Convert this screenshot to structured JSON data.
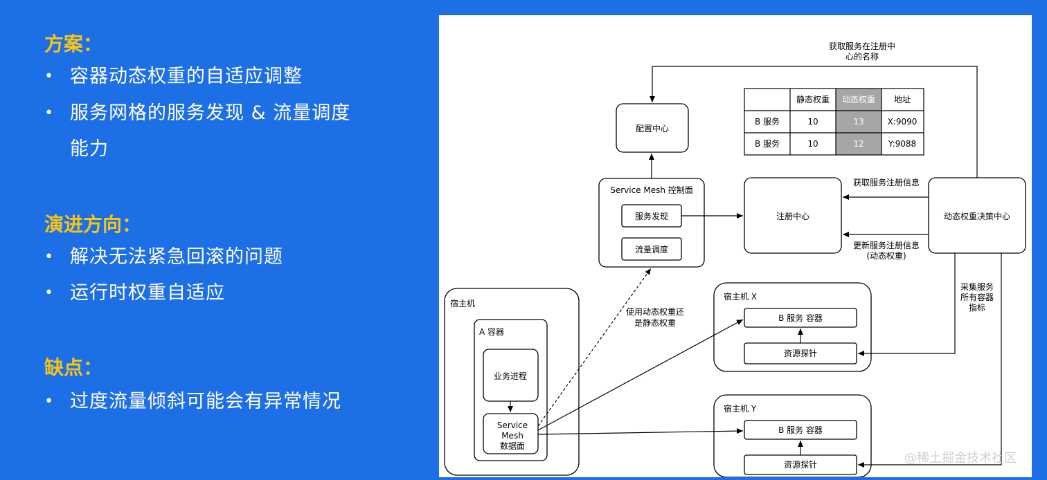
{
  "left": {
    "sections": [
      {
        "title": "方案：",
        "items": [
          "容器动态权重的自适应调整",
          "服务网格的服务发现 & 流量调度能力"
        ]
      },
      {
        "title": "演进方向：",
        "items": [
          "解决无法紧急回滚的问题",
          "运行时权重自适应"
        ]
      },
      {
        "title": "缺点：",
        "items": [
          "过度流量倾斜可能会有异常情况"
        ]
      }
    ],
    "bullet_char": "•"
  },
  "diagram": {
    "config_center": "配置中心",
    "registry_center": "注册中心",
    "decision_center": "动态权重决策中心",
    "control_plane": {
      "title": "Service Mesh 控制面",
      "discovery": "服务发现",
      "traffic": "流量调度"
    },
    "host_a": {
      "title": "宿主机",
      "container": "A 容器",
      "process": "业务进程",
      "data_plane": [
        "Service",
        "Mesh",
        "数据面"
      ]
    },
    "host_x": {
      "title": "宿主机 X",
      "service": "B 服务 容器",
      "probe": "资源探针"
    },
    "host_y": {
      "title": "宿主机 Y",
      "service": "B 服务 容器",
      "probe": "资源探针"
    },
    "labels": {
      "get_name": [
        "获取服务在注册中",
        "心的名称"
      ],
      "get_reg": "获取服务注册信息",
      "update_reg": [
        "更新服务注册信息",
        "(动态权重)"
      ],
      "collect": [
        "采集服务",
        "所有容器",
        "指标"
      ],
      "use_weight": [
        "使用动态权重还",
        "是静态权重"
      ]
    },
    "table": {
      "headers": [
        "",
        "静态权重",
        "动态权重",
        "地址"
      ],
      "rows": [
        [
          "B 服务",
          "10",
          "13",
          "X:9090"
        ],
        [
          "B 服务",
          "10",
          "12",
          "Y:9088"
        ]
      ]
    }
  },
  "watermark": "@稀土掘金技术社区",
  "colors": {
    "background": "#1d6fe6",
    "heading": "#f5c518",
    "highlight_cell": "#a6a6a6"
  }
}
